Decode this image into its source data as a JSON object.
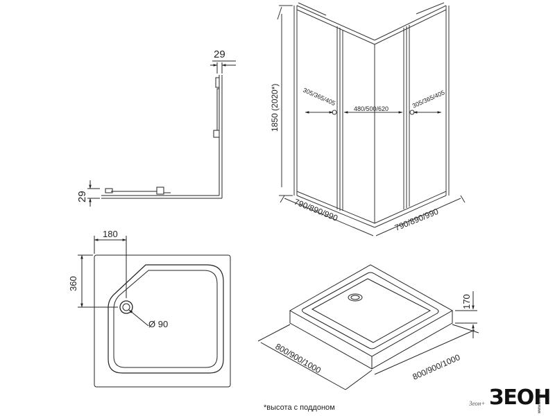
{
  "plan_view": {
    "dim_top": "29",
    "dim_left": "29"
  },
  "elevation": {
    "height": "1850 (2020*)",
    "left_door": "305/365/405",
    "middle_door": "480/500/620",
    "right_door": "305/365/405",
    "base_left": "790/890/990",
    "base_right": "790/890/990"
  },
  "tray_top": {
    "dim_corner_x": "180",
    "dim_corner_y": "360",
    "drain": "Ø 90"
  },
  "tray_iso": {
    "height": "170",
    "side_left": "800/900/1000",
    "side_right": "800/900/1000"
  },
  "footnote": "*высота с поддоном",
  "brand": {
    "logo": "ЗЕОН",
    "tagline": "Зеон+",
    "side": "www.zeon.ru"
  }
}
